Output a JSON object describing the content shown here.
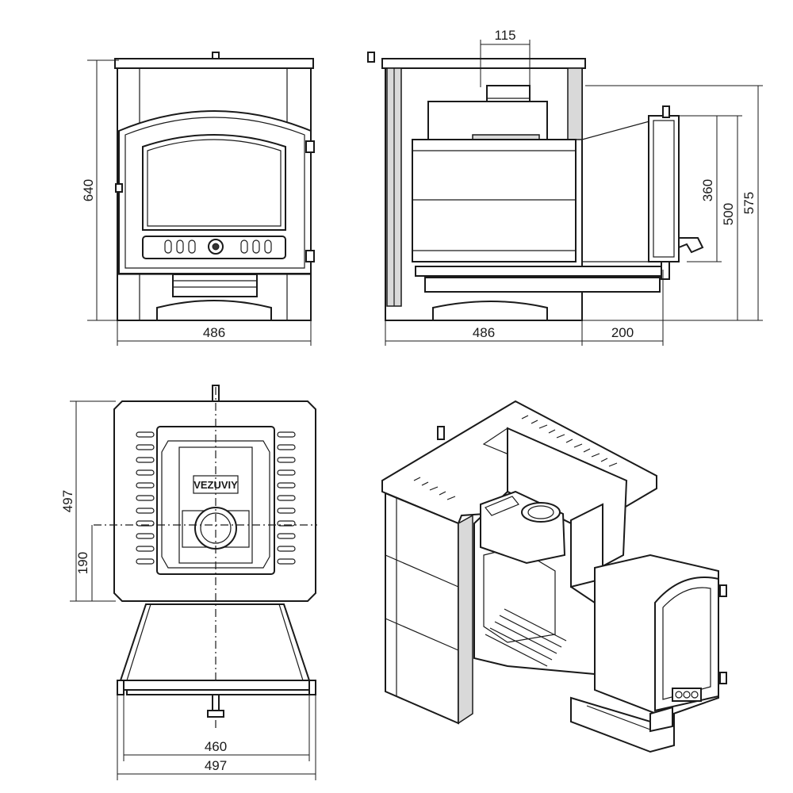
{
  "dimensions": {
    "front_height": "640",
    "front_width": "486",
    "side_top_width": "115",
    "side_depth": "486",
    "side_door_extension": "200",
    "side_door_height": "360",
    "side_door_total": "500",
    "side_total_height": "575",
    "top_depth": "497",
    "top_offset": "190",
    "top_door_width": "460",
    "top_width": "497"
  },
  "brand": "VEZUVIY"
}
